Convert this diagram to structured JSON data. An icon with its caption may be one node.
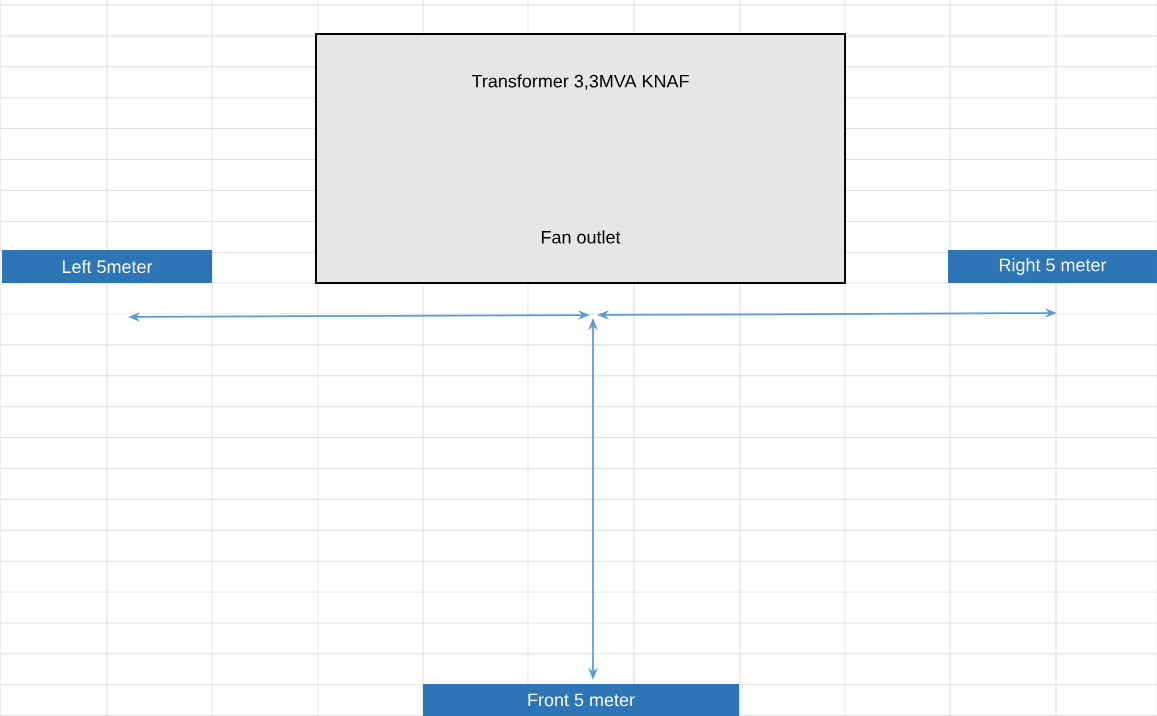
{
  "diagram": {
    "nodes": [
      {
        "text": [
          "Transformer 3,3MVA KNAF",
          "Fan outlet"
        ]
      },
      {
        "text": [
          "Left 5meter"
        ]
      },
      {
        "text": [
          "Right 5 meter"
        ]
      },
      {
        "text": [
          "Front 5 meter"
        ]
      }
    ]
  }
}
